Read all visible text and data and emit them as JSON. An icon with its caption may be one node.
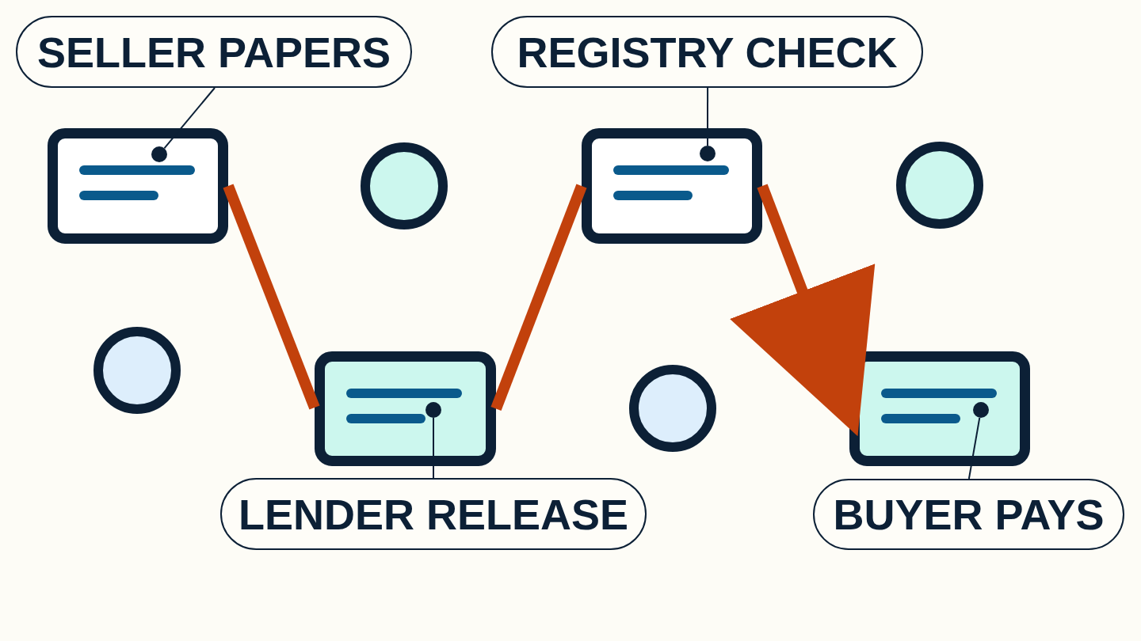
{
  "diagram": {
    "nodes": [
      {
        "text": [
          "SELLER PAPERS"
        ]
      },
      {
        "text": [
          "REGISTRY CHECK"
        ]
      },
      {
        "text": [],
        "shape": "box"
      },
      {
        "text": [],
        "shape": "circle",
        "in": 2
      },
      {
        "text": [],
        "shape": "circle"
      },
      {
        "text": [],
        "shape": "box"
      },
      {
        "text": [],
        "shape": "circle",
        "in": 5
      },
      {
        "text": [],
        "shape": "circle"
      },
      {
        "text": [],
        "shape": "circle"
      },
      {
        "text": [],
        "shape": "box"
      },
      {
        "text": [],
        "shape": "circle",
        "in": 9
      },
      {
        "text": [],
        "shape": "circle"
      },
      {
        "text": [],
        "shape": "box"
      },
      {
        "text": [],
        "shape": "circle",
        "in": 12
      },
      {
        "text": [
          "LENDER RELEASE"
        ]
      },
      {
        "text": [
          "BUYER PAYS"
        ]
      }
    ],
    "edges": [
      {
        "from": 0,
        "to": 3,
        "arrow": "none"
      },
      {
        "from": 1,
        "to": 6,
        "arrow": "none"
      },
      {
        "from": 2,
        "to": 9,
        "arrow": "none",
        "style": "thick",
        "color": "#c2410c"
      },
      {
        "from": 9,
        "to": 5,
        "arrow": "none",
        "style": "thick",
        "color": "#c2410c"
      },
      {
        "from": 5,
        "to": 12,
        "arrow": "to",
        "style": "thick",
        "color": "#c2410c"
      },
      {
        "from": 14,
        "to": 10,
        "arrow": "none"
      },
      {
        "from": 15,
        "to": 13,
        "arrow": "none"
      }
    ]
  }
}
